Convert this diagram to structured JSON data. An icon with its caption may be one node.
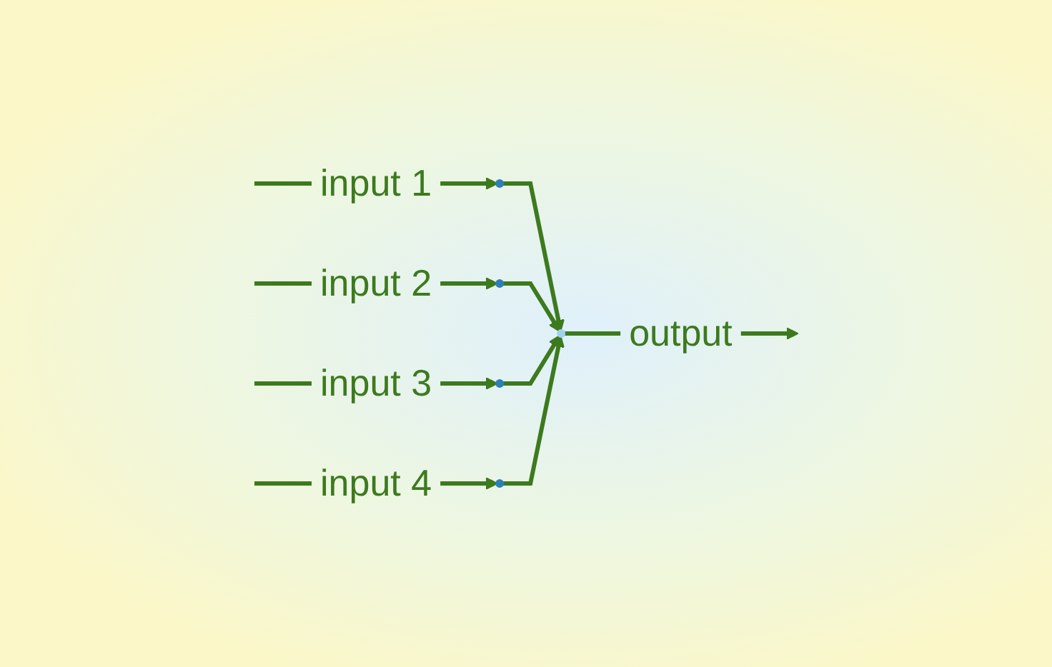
{
  "diagram": {
    "nodes": [
      {
        "text": [
          "input 1"
        ]
      },
      {
        "text": [],
        "shape": "circle"
      },
      {
        "text": [
          "input 2"
        ]
      },
      {
        "text": [],
        "shape": "circle"
      },
      {
        "text": [
          "input 3"
        ]
      },
      {
        "text": [],
        "shape": "circle"
      },
      {
        "text": [
          "input 4"
        ]
      },
      {
        "text": [],
        "shape": "circle"
      },
      {
        "text": [],
        "shape": "circle"
      },
      {
        "text": [
          "output"
        ]
      }
    ],
    "edges": [
      {
        "from": null,
        "to": 0,
        "arrow": "none"
      },
      {
        "from": 0,
        "to": 1,
        "arrow": "to"
      },
      {
        "from": null,
        "to": 2,
        "arrow": "none"
      },
      {
        "from": 2,
        "to": 3,
        "arrow": "to"
      },
      {
        "from": null,
        "to": 4,
        "arrow": "none"
      },
      {
        "from": 4,
        "to": 5,
        "arrow": "to"
      },
      {
        "from": null,
        "to": 6,
        "arrow": "none"
      },
      {
        "from": 6,
        "to": 7,
        "arrow": "to"
      },
      {
        "from": 1,
        "to": 8,
        "arrow": "to"
      },
      {
        "from": 3,
        "to": 8,
        "arrow": "to"
      },
      {
        "from": 5,
        "to": 8,
        "arrow": "to"
      },
      {
        "from": 7,
        "to": 8,
        "arrow": "to"
      },
      {
        "from": 8,
        "to": 9,
        "arrow": "none"
      },
      {
        "from": 9,
        "to": null,
        "arrow": "to"
      }
    ]
  }
}
